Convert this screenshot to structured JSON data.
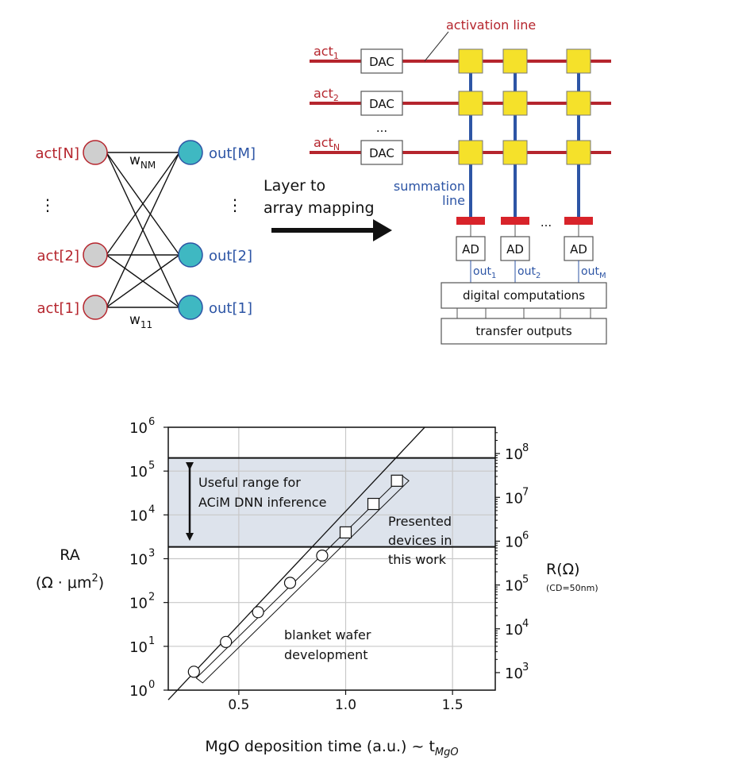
{
  "network": {
    "inputs": [
      "act[N]",
      "act[2]",
      "act[1]"
    ],
    "outputs": [
      "out[M]",
      "out[2]",
      "out[1]"
    ],
    "weight_top": {
      "base": "w",
      "sub": "NM"
    },
    "weight_bottom": {
      "base": "w",
      "sub": "11"
    },
    "dots": "⋮"
  },
  "mapping": {
    "line1": "Layer to",
    "line2": "array mapping"
  },
  "array": {
    "activation_line": "activation line",
    "act_labels": [
      {
        "base": "act",
        "sub": "1"
      },
      {
        "base": "act",
        "sub": "2"
      },
      {
        "base": "act",
        "sub": "N"
      }
    ],
    "dac": "DAC",
    "row_dots": "...",
    "col_dots": "...",
    "summation_line1": "summation",
    "summation_line2": "line",
    "ad": "AD",
    "out_labels": [
      {
        "base": "out",
        "sub": "1"
      },
      {
        "base": "out",
        "sub": "2"
      },
      {
        "base": "out",
        "sub": "M"
      }
    ],
    "digital": "digital computations",
    "transfer": "transfer outputs"
  },
  "chart_data": {
    "type": "scatter",
    "xlabel": "MgO deposition time (a.u.) ~ t",
    "xlabel_sub": "MgO",
    "ylabel_line1": "RA",
    "ylabel_line2": "(Ω · μm",
    "ylabel_sup": "2",
    "ylabel_close": ")",
    "y2label_line1": "R(Ω)",
    "y2label_line2": "(CD=50nm)",
    "xlim": [
      0.17,
      1.7
    ],
    "ylim_log10": [
      0,
      6
    ],
    "x_ticks": [
      {
        "value": 0.5,
        "label": "0.5"
      },
      {
        "value": 1.0,
        "label": "1.0"
      },
      {
        "value": 1.5,
        "label": "1.5"
      }
    ],
    "y_ticks": [
      {
        "exp": 0,
        "label": "10",
        "sup": "0"
      },
      {
        "exp": 1,
        "label": "10",
        "sup": "1"
      },
      {
        "exp": 2,
        "label": "10",
        "sup": "2"
      },
      {
        "exp": 3,
        "label": "10",
        "sup": "3"
      },
      {
        "exp": 4,
        "label": "10",
        "sup": "4"
      },
      {
        "exp": 5,
        "label": "10",
        "sup": "5"
      },
      {
        "exp": 6,
        "label": "10",
        "sup": "6"
      }
    ],
    "y2_ticks": [
      {
        "exp": 3,
        "label": "10",
        "sup": "3"
      },
      {
        "exp": 4,
        "label": "10",
        "sup": "4"
      },
      {
        "exp": 5,
        "label": "10",
        "sup": "5"
      },
      {
        "exp": 6,
        "label": "10",
        "sup": "6"
      },
      {
        "exp": 7,
        "label": "10",
        "sup": "7"
      },
      {
        "exp": 8,
        "label": "10",
        "sup": "8"
      }
    ],
    "y2_offset_log10": 2.6,
    "useful_range_log10": [
      3.27,
      5.3
    ],
    "trend_line": [
      [
        0.17,
        -0.22
      ],
      [
        1.37,
        6.0
      ]
    ],
    "series": [
      {
        "marker": "circle",
        "points": [
          [
            0.29,
            0.42
          ],
          [
            0.44,
            1.1
          ],
          [
            0.59,
            1.78
          ],
          [
            0.74,
            2.45
          ],
          [
            0.89,
            3.07
          ]
        ]
      },
      {
        "marker": "square",
        "points": [
          [
            1.0,
            3.6
          ],
          [
            1.13,
            4.25
          ],
          [
            1.24,
            4.78
          ]
        ]
      }
    ],
    "annotations": {
      "useful_line1": "Useful range for",
      "useful_line2": "ACiM DNN inference",
      "presented_line1": "Presented",
      "presented_line2": "devices in",
      "presented_line3": "this work",
      "blanket_line1": "blanket wafer",
      "blanket_line2": "development"
    }
  }
}
